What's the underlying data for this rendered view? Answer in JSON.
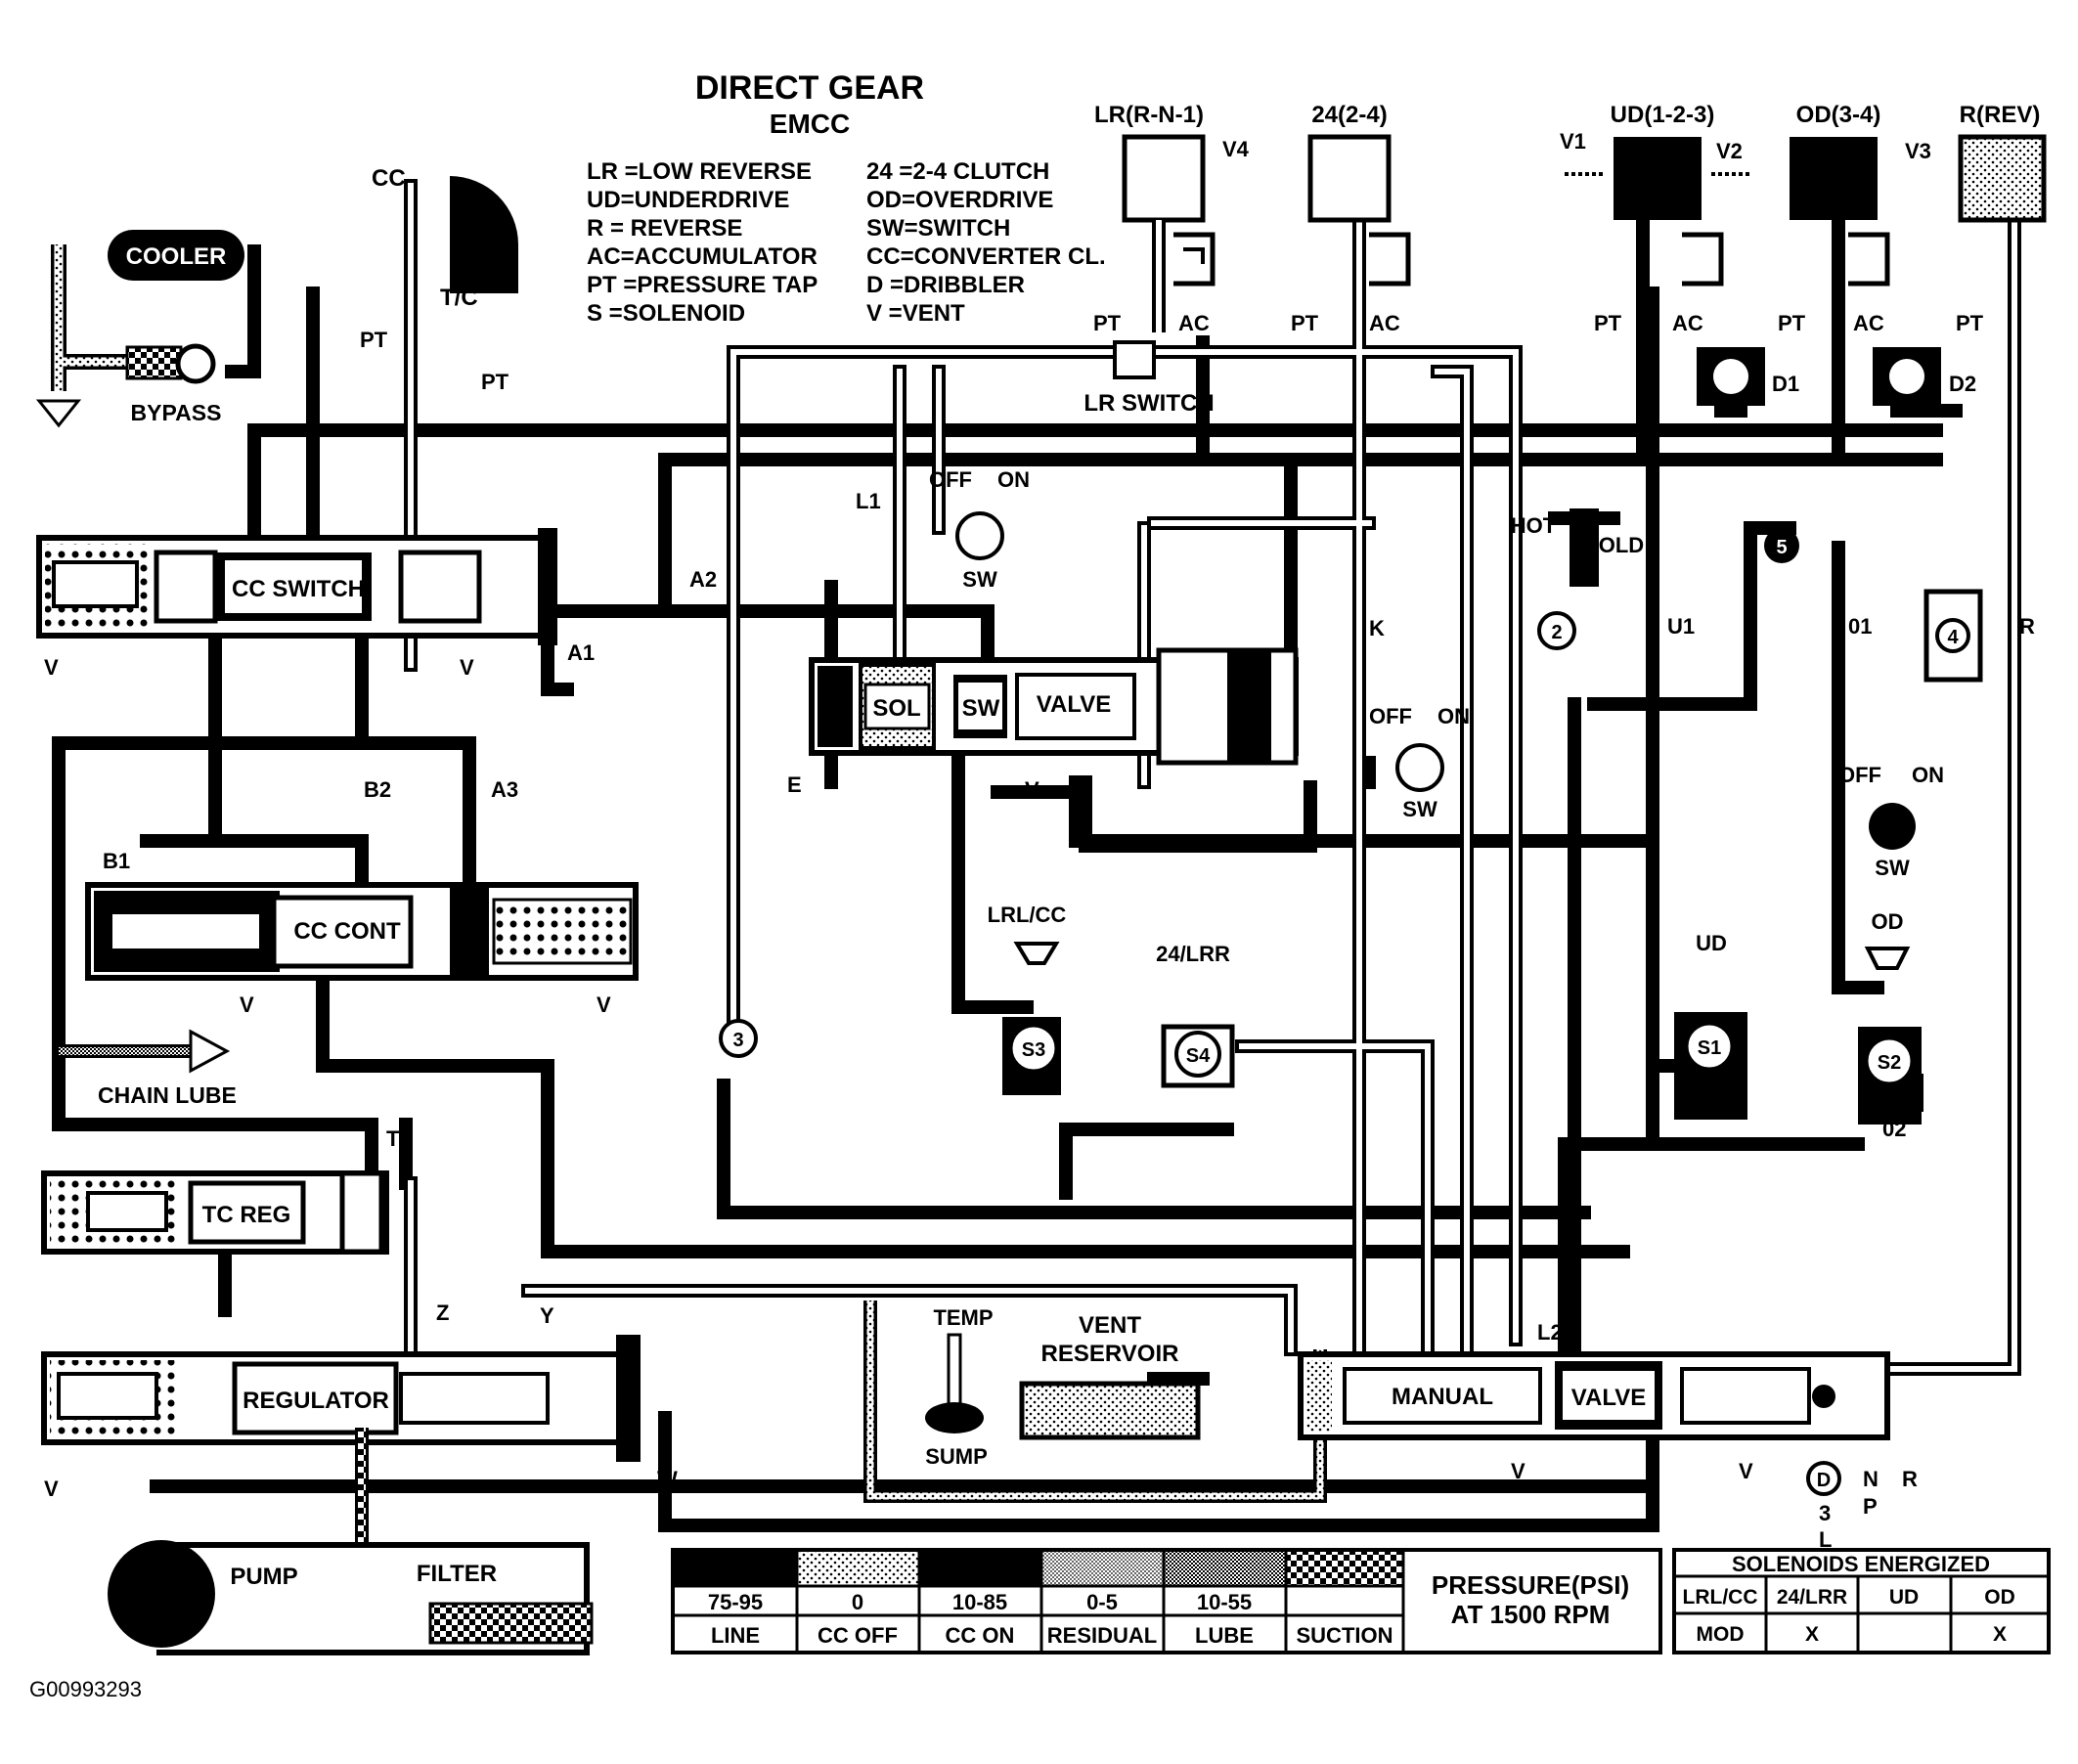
{
  "title": {
    "main": "DIRECT GEAR",
    "sub": "EMCC"
  },
  "legend_abbrev": {
    "left": [
      "LR =LOW REVERSE",
      "UD=UNDERDRIVE",
      "R  = REVERSE",
      "AC=ACCUMULATOR",
      "PT =PRESSURE TAP",
      "S  =SOLENOID"
    ],
    "right": [
      "24  =2-4 CLUTCH",
      "OD=OVERDRIVE",
      "SW=SWITCH",
      "CC=CONVERTER CL.",
      "D   =DRIBBLER",
      "V   =VENT"
    ]
  },
  "clutches": {
    "lr": "LR(R-N-1)",
    "c24": "24(2-4)",
    "ud": "UD(1-2-3)",
    "od": "OD(3-4)",
    "rev": "R(REV)"
  },
  "labels": {
    "cc": "CC",
    "tc": "T/C",
    "pt": "PT",
    "ac": "AC",
    "cooler": "COOLER",
    "bypass": "BYPASS",
    "cc_switch": "CC SWITCH",
    "cc_cont": "CC CONT",
    "chain_lube": "CHAIN LUBE",
    "tc_reg": "TC REG",
    "regulator": "REGULATOR",
    "pump": "PUMP",
    "filter": "FILTER",
    "lr_switch": "LR SWITCH",
    "off": "OFF",
    "on": "ON",
    "sw": "SW",
    "sol": "SOL",
    "valve": "VALVE",
    "manual": "MANUAL",
    "temp": "TEMP",
    "sump": "SUMP",
    "vent": "VENT",
    "reservoir": "RESERVOIR",
    "hot": "HOT",
    "cold": "COLD",
    "v": "V",
    "v1": "V1",
    "v2": "V2",
    "v3": "V3",
    "v4": "V4",
    "a1": "A1",
    "a2": "A2",
    "a3": "A3",
    "b1": "B1",
    "b2": "B2",
    "e": "E",
    "k": "K",
    "l1": "L1",
    "l2": "L2",
    "u1": "U1",
    "o1": "01",
    "o2": "02",
    "r": "R",
    "t": "T",
    "w": "W",
    "y": "Y",
    "z": "Z",
    "d1": "D1",
    "d2": "D2",
    "lr_cc": "LRL/CC",
    "c24_lr": "24/LRR",
    "ud": "UD",
    "od": "OD",
    "s1": "S1",
    "s2": "S2",
    "s3": "S3",
    "s4": "S4",
    "n2": "2",
    "n3": "3",
    "n4": "4",
    "n5": "5",
    "gear_d": "D",
    "gear_n": "N",
    "gear_p": "P",
    "gear_r": "R",
    "gear_3": "3",
    "gear_l": "L",
    "figure_id": "G00993293"
  },
  "pressure_legend": {
    "values": [
      "75-95",
      "0",
      "10-85",
      "0-5",
      "10-55",
      ""
    ],
    "names": [
      "LINE",
      "CC OFF",
      "CC ON",
      "RESIDUAL",
      "LUBE",
      "SUCTION"
    ],
    "caption": [
      "PRESSURE(PSI)",
      "AT 1500 RPM"
    ]
  },
  "solenoids_table": {
    "title": "SOLENOIDS ENERGIZED",
    "headers": [
      "LRL/CC",
      "24/LRR",
      "UD",
      "OD"
    ],
    "values": [
      "MOD",
      "X",
      "",
      "X"
    ]
  }
}
